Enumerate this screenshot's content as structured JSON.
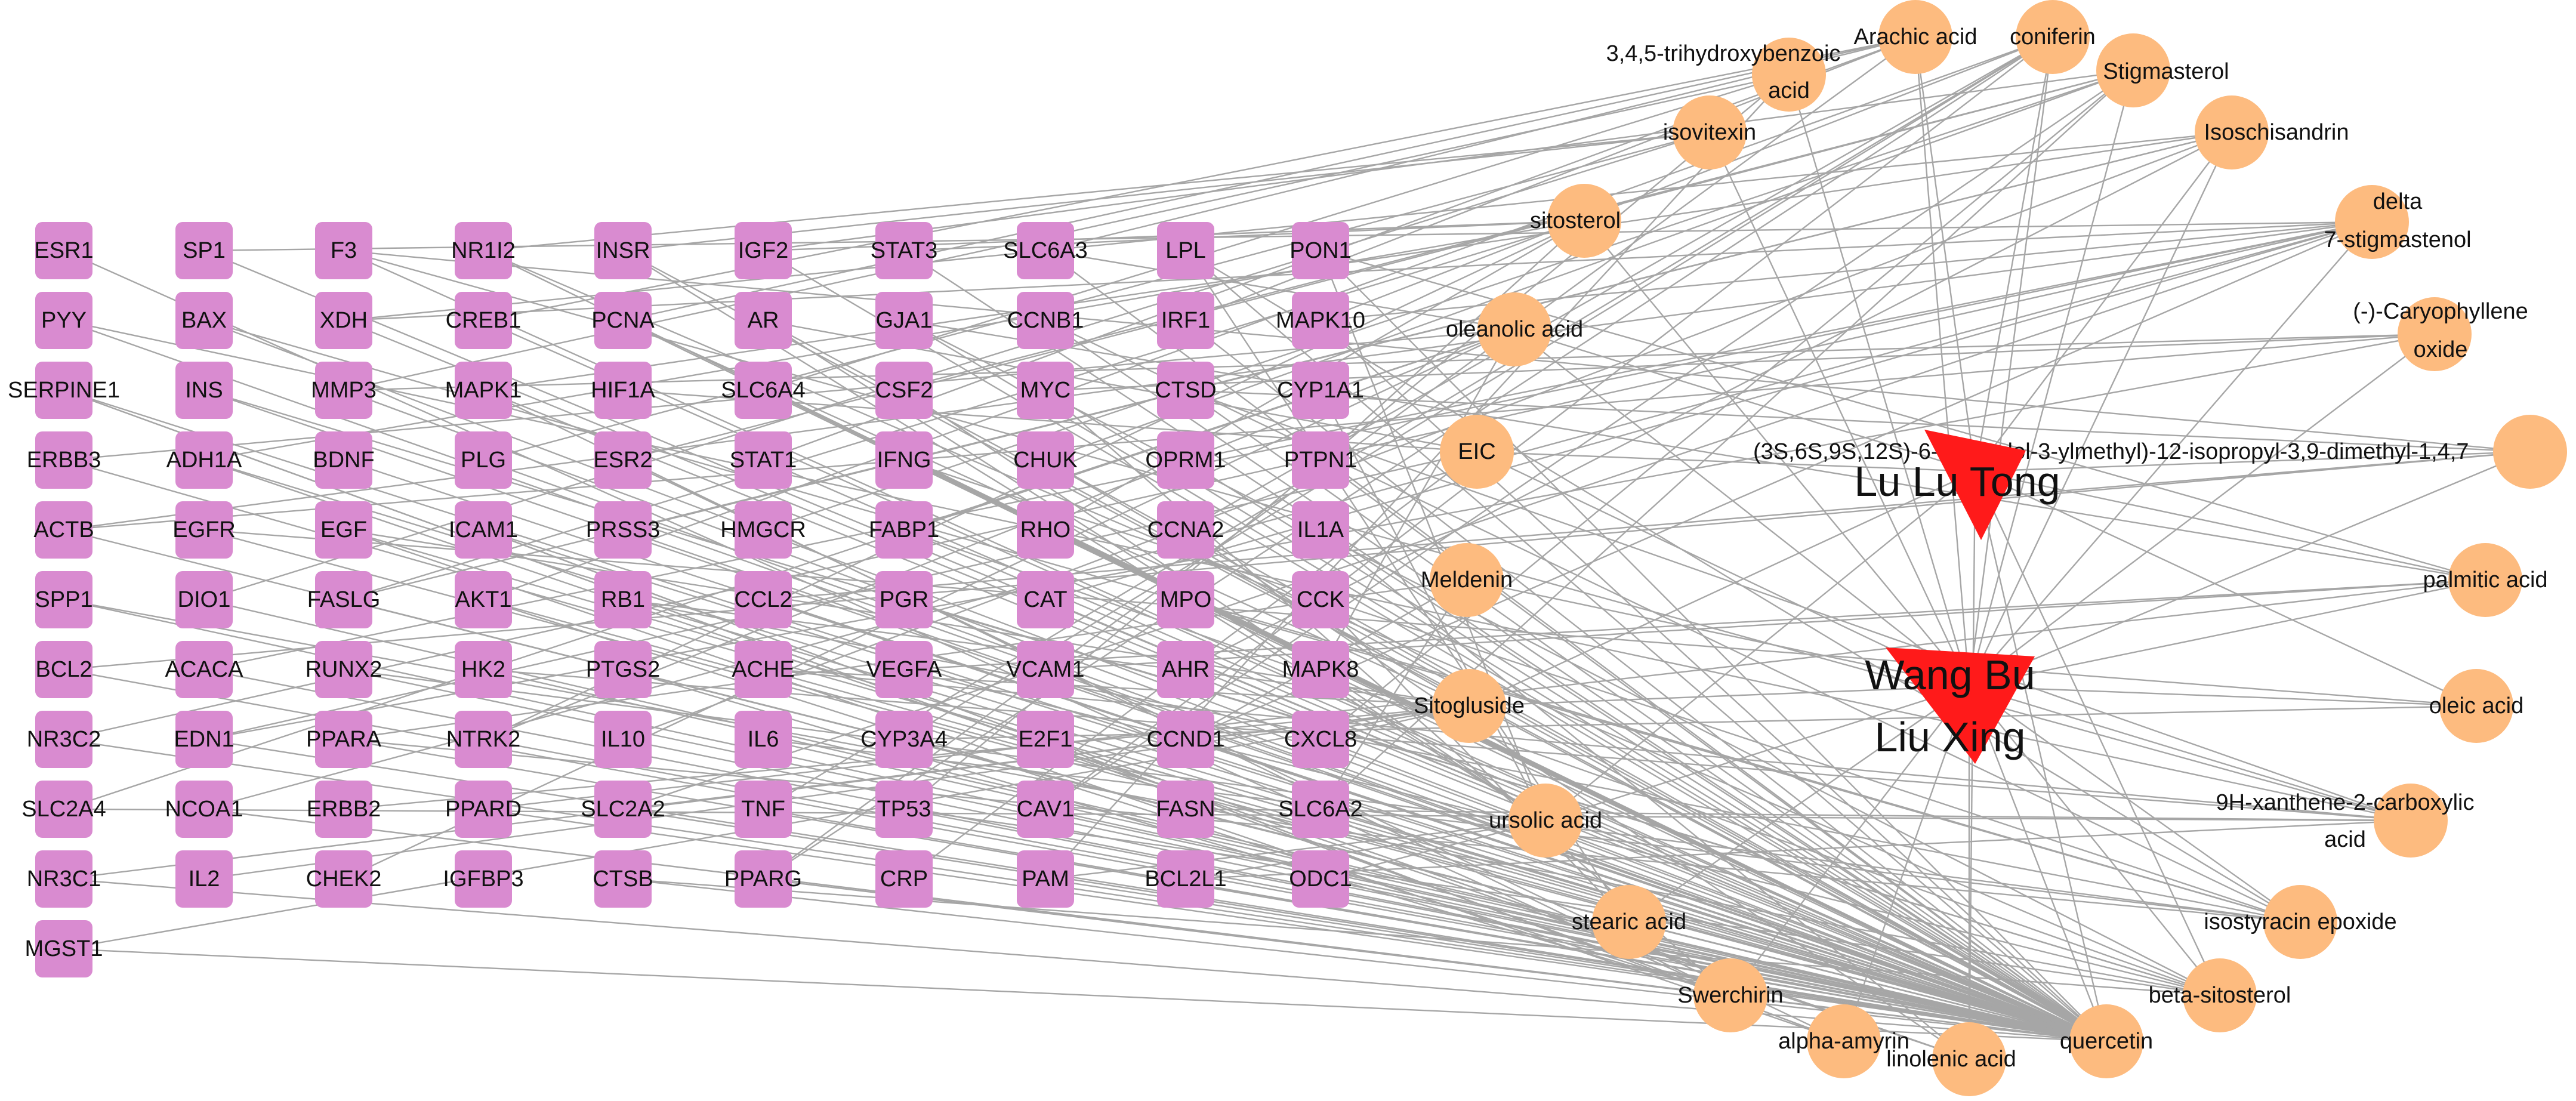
{
  "colors": {
    "target": "#d98bd0",
    "compound": "#fdbb7f",
    "herb": "#ff1a1a",
    "edge": "#a6a6a6"
  },
  "herbs": [
    {
      "id": "h1",
      "lines": [
        "Lu Lu Tong"
      ]
    },
    {
      "id": "h2",
      "lines": [
        "Wang Bu",
        "Liu Xing"
      ]
    }
  ],
  "compounds": [
    {
      "id": "c_trihydroxy",
      "lines": [
        "3,4,5-trihydroxybenzoic",
        "acid"
      ]
    },
    {
      "id": "c_arachic",
      "lines": [
        "Arachic acid"
      ]
    },
    {
      "id": "c_coniferin",
      "lines": [
        "coniferin"
      ]
    },
    {
      "id": "c_stigmasterol",
      "lines": [
        "Stigmasterol"
      ]
    },
    {
      "id": "c_isovitexin",
      "lines": [
        "isovitexin"
      ]
    },
    {
      "id": "c_isoschisandrin",
      "lines": [
        "Isoschisandrin"
      ]
    },
    {
      "id": "c_sitosterol",
      "lines": [
        "sitosterol"
      ]
    },
    {
      "id": "c_delta7",
      "lines": [
        "delta",
        "7-stigmastenol"
      ]
    },
    {
      "id": "c_oleanolic",
      "lines": [
        "oleanolic acid"
      ]
    },
    {
      "id": "c_caryophyllene",
      "lines": [
        "(-)-Caryophyllene",
        "oxide"
      ]
    },
    {
      "id": "c_eic",
      "lines": [
        "EIC"
      ]
    },
    {
      "id": "c_3s6s",
      "lines": [
        "(3S,6S,9S,12S)-6-(1H-indol-3-ylmethyl)-12-isopropyl-3,9-dimethyl-1,4,7"
      ]
    },
    {
      "id": "c_meldenin",
      "lines": [
        "Meldenin"
      ]
    },
    {
      "id": "c_palmitic",
      "lines": [
        "palmitic acid"
      ]
    },
    {
      "id": "c_sitogluside",
      "lines": [
        "Sitogluside"
      ]
    },
    {
      "id": "c_oleic",
      "lines": [
        "oleic acid"
      ]
    },
    {
      "id": "c_ursolic",
      "lines": [
        "ursolic acid"
      ]
    },
    {
      "id": "c_xanthene",
      "lines": [
        "9H-xanthene-2-carboxylic",
        "acid"
      ]
    },
    {
      "id": "c_stearic",
      "lines": [
        "stearic acid"
      ]
    },
    {
      "id": "c_isostyracin",
      "lines": [
        "isostyracin epoxide"
      ]
    },
    {
      "id": "c_swerchirin",
      "lines": [
        "Swerchirin"
      ]
    },
    {
      "id": "c_betasitosterol",
      "lines": [
        "beta-sitosterol"
      ]
    },
    {
      "id": "c_alphaamyrin",
      "lines": [
        "alpha-amyrin"
      ]
    },
    {
      "id": "c_linolenic",
      "lines": [
        "linolenic acid"
      ]
    },
    {
      "id": "c_quercetin",
      "lines": [
        "quercetin"
      ]
    }
  ],
  "target_columns": [
    [
      "ESR1",
      "PYY",
      "SERPINE1",
      "ERBB3",
      "ACTB",
      "SPP1",
      "BCL2",
      "NR3C2",
      "SLC2A4",
      "NR3C1",
      "MGST1"
    ],
    [
      "SP1",
      "BAX",
      "INS",
      "ADH1A",
      "EGFR",
      "DIO1",
      "ACACA",
      "EDN1",
      "NCOA1",
      "IL2"
    ],
    [
      "F3",
      "XDH",
      "MMP3",
      "BDNF",
      "EGF",
      "FASLG",
      "RUNX2",
      "PPARA",
      "ERBB2",
      "CHEK2"
    ],
    [
      "NR1I2",
      "CREB1",
      "MAPK1",
      "PLG",
      "ICAM1",
      "AKT1",
      "HK2",
      "NTRK2",
      "PPARD",
      "IGFBP3"
    ],
    [
      "INSR",
      "PCNA",
      "HIF1A",
      "ESR2",
      "PRSS3",
      "RB1",
      "PTGS2",
      "IL10",
      "SLC2A2",
      "CTSB"
    ],
    [
      "IGF2",
      "AR",
      "SLC6A4",
      "STAT1",
      "HMGCR",
      "CCL2",
      "ACHE",
      "IL6",
      "TNF",
      "PPARG"
    ],
    [
      "STAT3",
      "GJA1",
      "CSF2",
      "IFNG",
      "FABP1",
      "PGR",
      "VEGFA",
      "CYP3A4",
      "TP53",
      "CRP"
    ],
    [
      "SLC6A3",
      "CCNB1",
      "MYC",
      "CHUK",
      "RHO",
      "CAT",
      "VCAM1",
      "E2F1",
      "CAV1",
      "PAM"
    ],
    [
      "LPL",
      "IRF1",
      "CTSD",
      "OPRM1",
      "CCNA2",
      "MPO",
      "AHR",
      "CCND1",
      "FASN",
      "BCL2L1"
    ],
    [
      "PON1",
      "MAPK10",
      "CYP1A1",
      "PTPN1",
      "IL1A",
      "CCK",
      "MAPK8",
      "CXCL8",
      "SLC6A2",
      "ODC1"
    ]
  ]
}
